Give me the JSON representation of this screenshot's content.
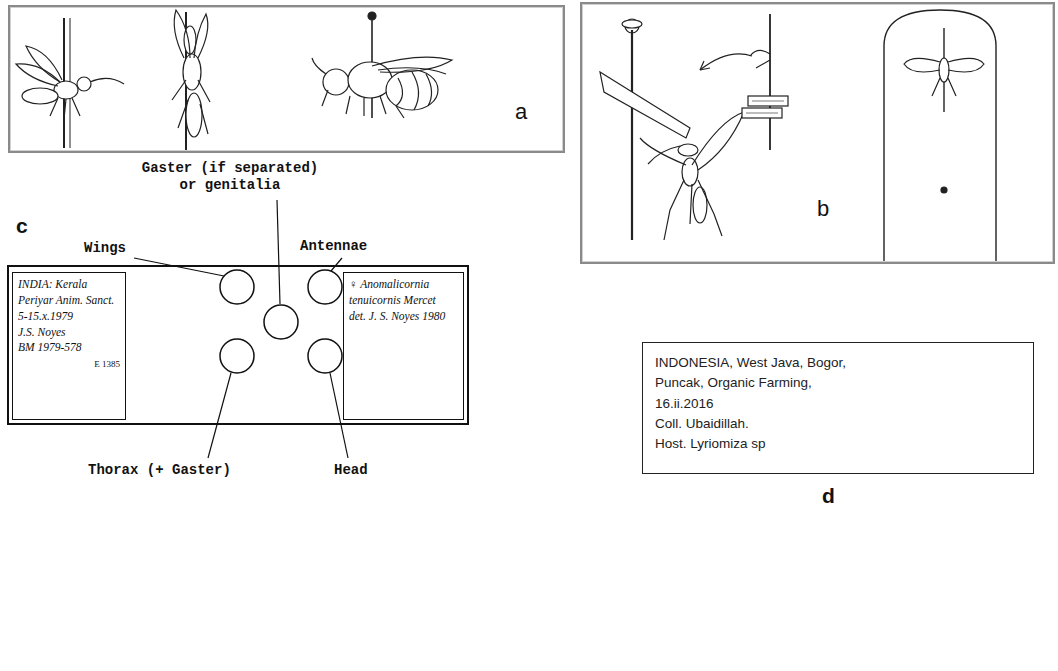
{
  "diagram": {
    "nodes": [
      {
        "text": [
          "a"
        ]
      },
      {
        "text": [
          "b"
        ]
      },
      {
        "text": [
          "INDIA: Kerala",
          "Periyar Anim. Sanct.",
          "5-15.x.1979",
          "J.S. Noyes",
          "BM 1979-578",
          "E 1385"
        ]
      },
      {
        "text": [
          "♀ Anomalicornia",
          "tenuicornis Mercet",
          "det. J. S. Noyes 1980"
        ]
      },
      {
        "text": [
          "INDONESIA, West Java, Bogor,",
          "Puncak, Organic Farming,",
          "16.ii.2016",
          "Coll. Ubaidillah.",
          "Host. Lyriomiza sp"
        ]
      }
    ],
    "labels": [
      "Gaster (if separated) or genitalia",
      "c",
      "Wings",
      "Antennae",
      "Thorax (+ Gaster)",
      "Head",
      "d"
    ]
  }
}
